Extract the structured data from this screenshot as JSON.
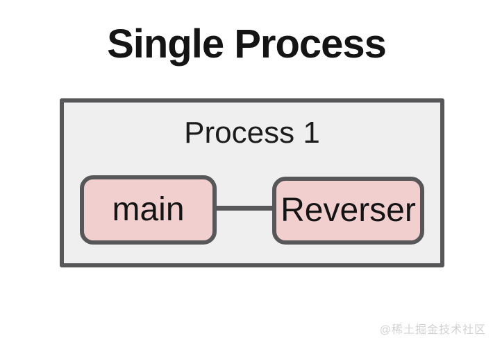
{
  "title": "Single Process",
  "diagram": {
    "process_label": "Process 1",
    "nodes": [
      {
        "id": "main",
        "label": "main"
      },
      {
        "id": "reverser",
        "label": "Reverser"
      }
    ],
    "connector": {
      "type": "line",
      "from": "main",
      "to": "Reverser"
    },
    "colors": {
      "background": "#ffffff",
      "process_box_fill": "#f0efef",
      "box_border": "#57575a",
      "node_fill": "#f2cfcf",
      "text": "#141414",
      "watermark_text": "#d2d2d2"
    }
  },
  "watermark": "@稀土掘金技术社区"
}
